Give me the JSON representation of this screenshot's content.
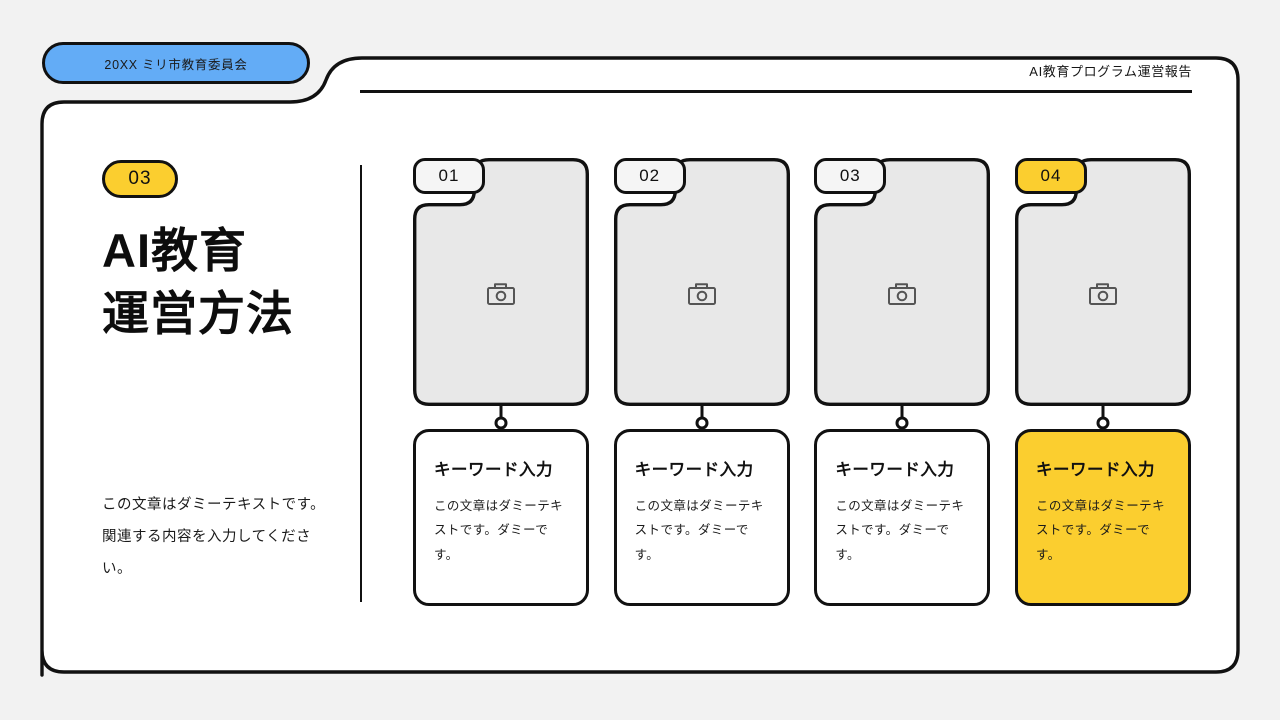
{
  "header": {
    "tab_label": "20XX ミリ市教育委員会",
    "doc_title": "AI教育プログラム運営報告",
    "tab_color": "#63ACF6",
    "rule_color": "#111111"
  },
  "left": {
    "section_number": "03",
    "title_line1": "AI教育",
    "title_line2": "運営方法",
    "lead": "この文章はダミーテキストです。関連する内容を入力してください。",
    "badge_color": "#FBCE2F"
  },
  "theme": {
    "background": "#F2F2F2",
    "panel": "#FFFFFF",
    "outline": "#111111",
    "accent": "#FBCE2F",
    "placeholder_fill": "#E8E8E8",
    "badge_fill": "#F5F5F5"
  },
  "cards": [
    {
      "number": "01",
      "image_icon": "camera-icon",
      "title": "キーワード入力",
      "body": "この文章はダミーテキストです。ダミーです。",
      "highlighted": false
    },
    {
      "number": "02",
      "image_icon": "camera-icon",
      "title": "キーワード入力",
      "body": "この文章はダミーテキストです。ダミーです。",
      "highlighted": false
    },
    {
      "number": "03",
      "image_icon": "camera-icon",
      "title": "キーワード入力",
      "body": "この文章はダミーテキストです。ダミーです。",
      "highlighted": false
    },
    {
      "number": "04",
      "image_icon": "camera-icon",
      "title": "キーワード入力",
      "body": "この文章はダミーテキストです。ダミーです。",
      "highlighted": true
    }
  ]
}
